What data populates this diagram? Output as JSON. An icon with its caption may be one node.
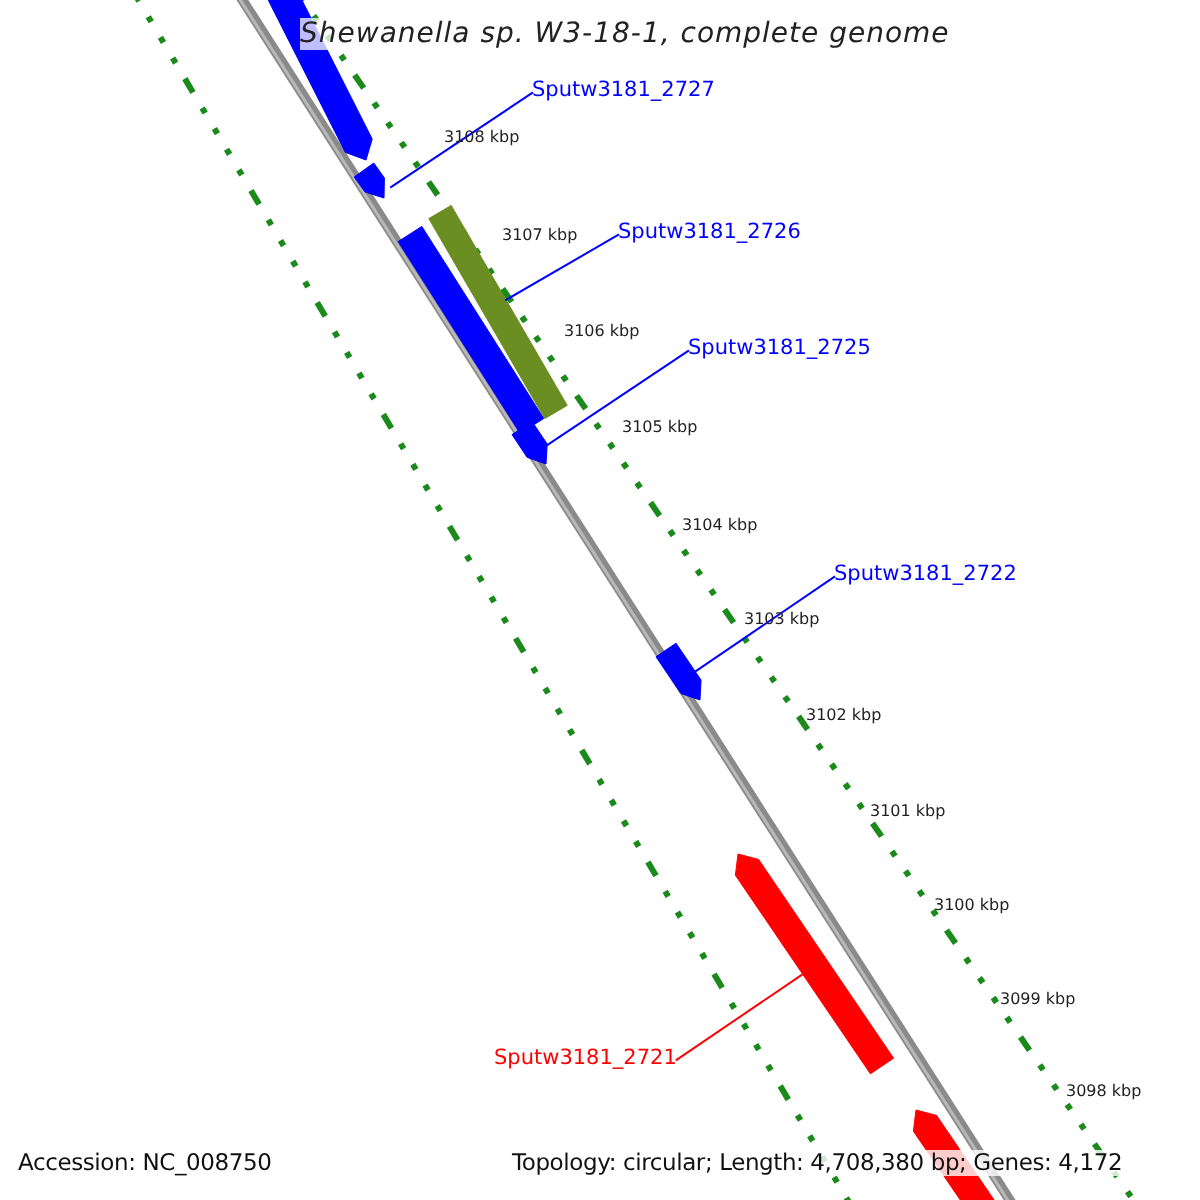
{
  "diagram": {
    "title": "Shewanella sp. W3-18-1, complete genome",
    "nodes": [
      {
        "text": [
          "Sputw3181_2727"
        ]
      },
      {
        "text": [
          "Sputw3181_2726"
        ]
      },
      {
        "text": [
          "Sputw3181_2725"
        ]
      },
      {
        "text": [
          "Sputw3181_2722"
        ]
      },
      {
        "text": [
          "Sputw3181_2721"
        ]
      },
      {
        "text": [],
        "shape": "arrow"
      },
      {
        "text": [],
        "shape": "arrow"
      },
      {
        "text": [],
        "shape": "bar"
      },
      {
        "text": [],
        "shape": "bar"
      },
      {
        "text": [],
        "shape": "arrow"
      },
      {
        "text": [],
        "shape": "arrow"
      },
      {
        "text": [],
        "shape": "arrow"
      },
      {
        "text": [],
        "shape": "arrow"
      }
    ],
    "edges": [
      {
        "from": 0,
        "to": 6,
        "arrow": "none"
      },
      {
        "from": 1,
        "to": 8,
        "arrow": "none"
      },
      {
        "from": 2,
        "to": 9,
        "arrow": "none"
      },
      {
        "from": 3,
        "to": 10,
        "arrow": "none"
      },
      {
        "from": 4,
        "to": 11,
        "arrow": "none",
        "color": "#ff0000"
      }
    ],
    "labels": [
      "3108 kbp",
      "3107 kbp",
      "3106 kbp",
      "3105 kbp",
      "3104 kbp",
      "3103 kbp",
      "3102 kbp",
      "3101 kbp",
      "3100 kbp",
      "3099 kbp",
      "3098 kbp",
      "Accession: NC_008750",
      "Topology: circular; Length: 4,708,380 bp; Genes: 4,172"
    ]
  }
}
